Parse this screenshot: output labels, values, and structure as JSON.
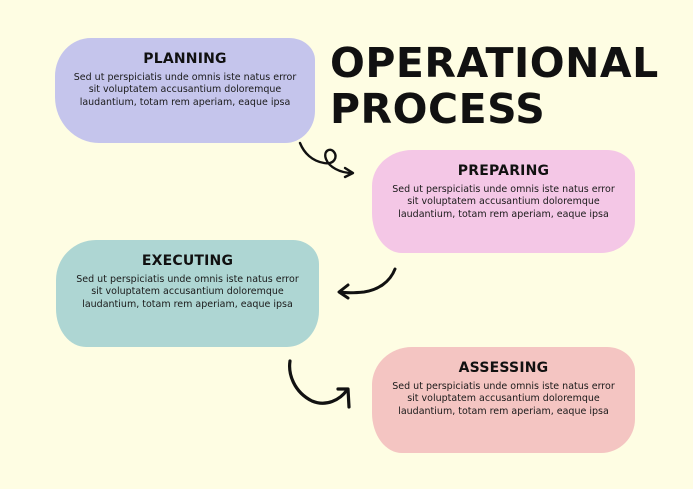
{
  "title": {
    "line1": "OPERATIONAL",
    "line2": "PROCESS"
  },
  "steps": [
    {
      "id": "planning",
      "heading": "PLANNING",
      "body": "Sed ut perspiciatis unde omnis iste natus error sit voluptatem accusantium doloremque laudantium, totam rem aperiam, eaque ipsa",
      "color": "#c5c5ec"
    },
    {
      "id": "preparing",
      "heading": "PREPARING",
      "body": "Sed ut perspiciatis unde omnis iste natus error sit voluptatem accusantium doloremque laudantium, totam rem aperiam, eaque ipsa",
      "color": "#f4c7e6"
    },
    {
      "id": "executing",
      "heading": "EXECUTING",
      "body": "Sed ut perspiciatis unde omnis iste natus error sit voluptatem accusantium doloremque laudantium, totam rem aperiam, eaque ipsa",
      "color": "#aed6d3"
    },
    {
      "id": "assessing",
      "heading": "ASSESSING",
      "body": "Sed ut perspiciatis unde omnis iste natus error sit voluptatem accusantium doloremque laudantium, totam rem aperiam, eaque ipsa",
      "color": "#f4c5c2"
    }
  ],
  "colors": {
    "background": "#fefde3",
    "text": "#111111"
  }
}
